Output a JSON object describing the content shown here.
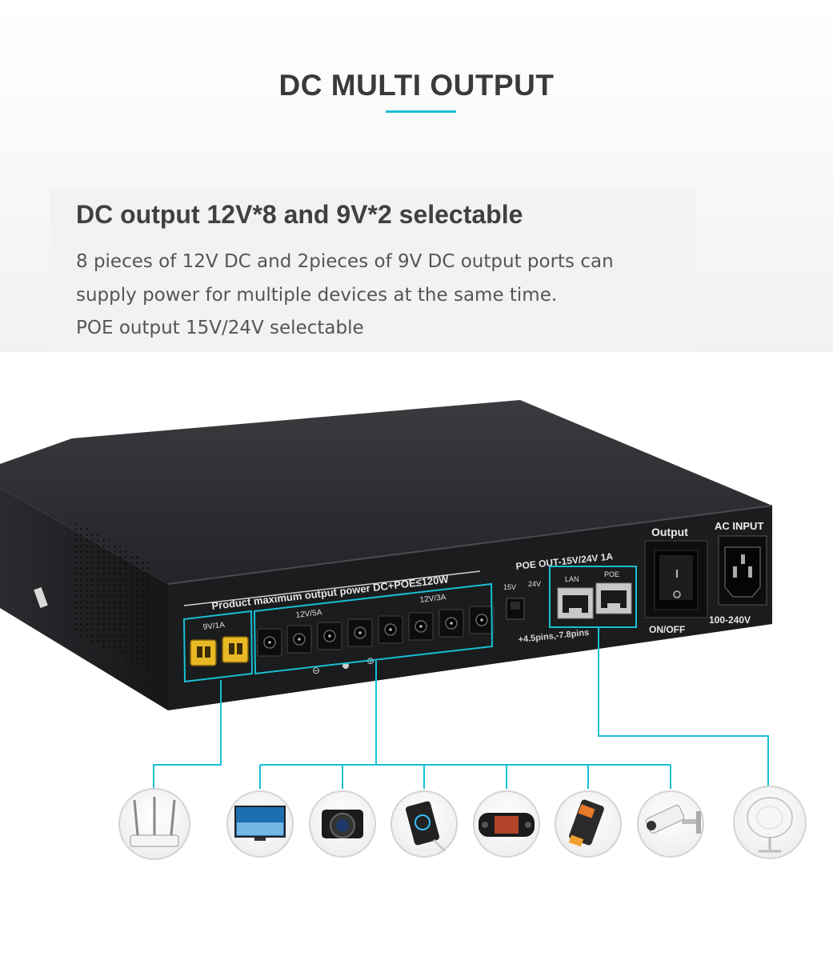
{
  "page": {
    "title": "DC MULTI OUTPUT",
    "heading": "DC output 12V*8 and 9V*2 selectable",
    "description_lines": [
      "8 pieces of 12V DC and 2pieces of 9V DC output ports can",
      "supply power for multiple devices at the same time.",
      "POE output 15V/24V selectable"
    ]
  },
  "device": {
    "power_label": "Product maximum output power DC+POE≤120W",
    "group_9v": "9V/1A",
    "group_12v_5a": "12V/5A",
    "group_12v_3a": "12V/3A",
    "poe_out": "POE OUT-15V/24V 1A",
    "switch_15v": "15V",
    "switch_24v": "24V",
    "lan": "LAN",
    "poe": "POE",
    "pins": "+4.5pins,-7.8pins",
    "output": "Output",
    "on_off": "ON/OFF",
    "ac_input": "AC INPUT",
    "voltage": "100-240V"
  },
  "connected_devices": [
    {
      "icon": "router-icon"
    },
    {
      "icon": "tv-icon"
    },
    {
      "icon": "camera-icon"
    },
    {
      "icon": "smartphone-icon"
    },
    {
      "icon": "game-console-icon"
    },
    {
      "icon": "pos-terminal-icon"
    },
    {
      "icon": "security-camera-icon"
    },
    {
      "icon": "wireless-access-point-icon"
    }
  ],
  "colors": {
    "accent": "#17c0d4",
    "title": "#3a3a3a",
    "text": "#555555",
    "device_body": "#1b1c1e",
    "port_yellow": "#e8b923"
  }
}
